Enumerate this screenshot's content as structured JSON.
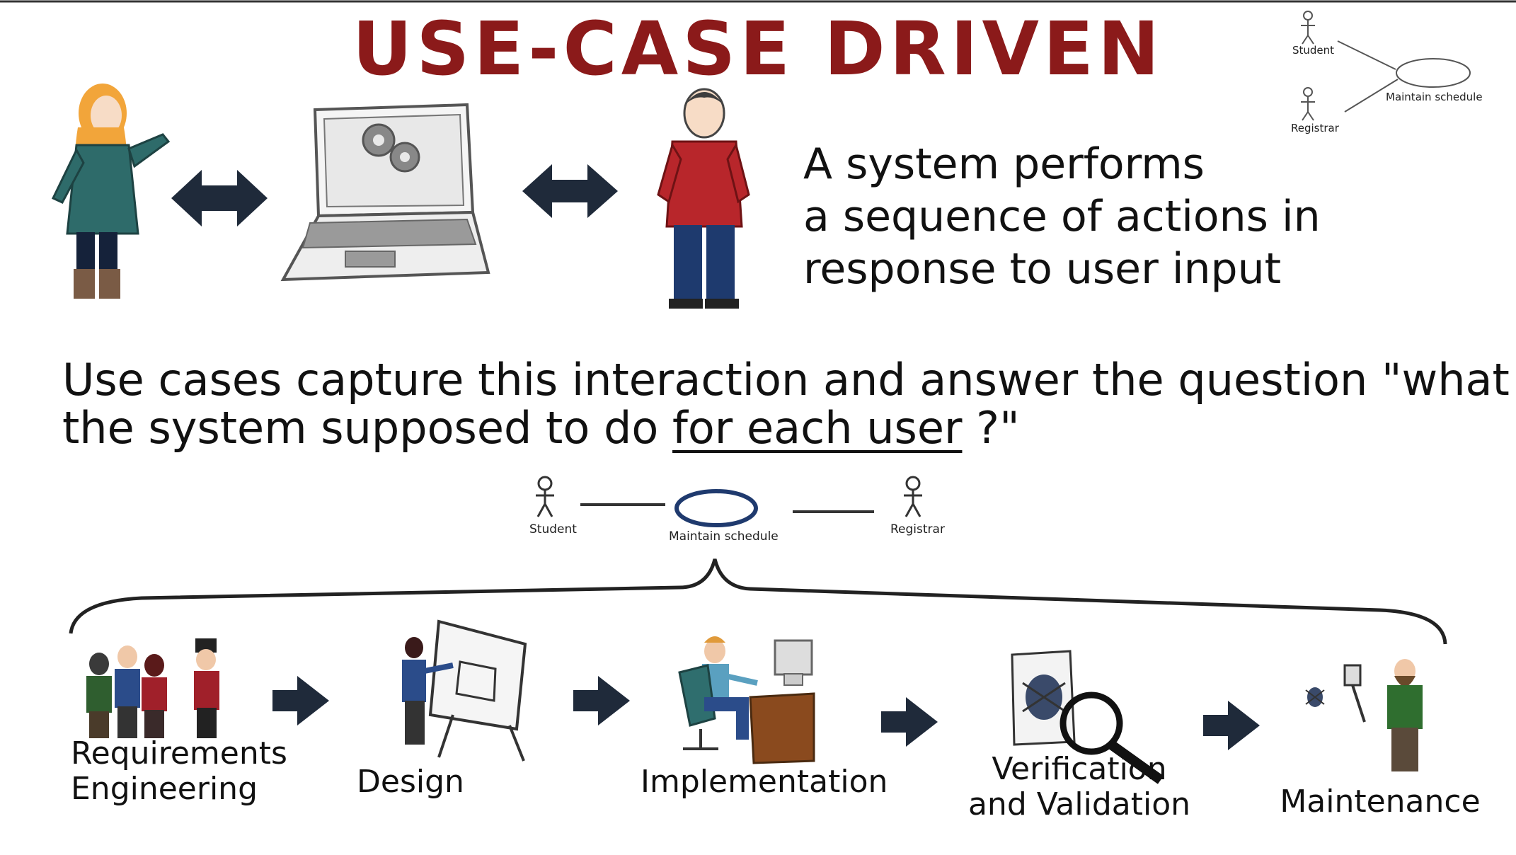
{
  "title": "USE-CASE DRIVEN",
  "description": {
    "lines": [
      "A system performs",
      "a sequence of actions in",
      "response to user input"
    ]
  },
  "question": {
    "line1": "Use cases capture this interaction and answer the question \"what is",
    "line2_start": "the system supposed to do",
    "line2_underlined": "for each user",
    "line2_end": " ?\""
  },
  "uml_diagram": {
    "actor_left": "Student",
    "use_case": "Maintain schedule",
    "actor_right": "Registrar"
  },
  "uml_corner": {
    "actor_top": "Student",
    "actor_bottom": "Registrar",
    "use_case": "Maintain schedule"
  },
  "stages": [
    {
      "line1": "Requirements",
      "line2": "Engineering"
    },
    {
      "line1": "Design",
      "line2": ""
    },
    {
      "line1": "Implementation",
      "line2": ""
    },
    {
      "line1": "Verification",
      "line2": "and Validation"
    },
    {
      "line1": "Maintenance",
      "line2": ""
    }
  ],
  "colors": {
    "title": "#8b1a1a",
    "arrow": "#1f2a3a",
    "ink": "#111111"
  }
}
